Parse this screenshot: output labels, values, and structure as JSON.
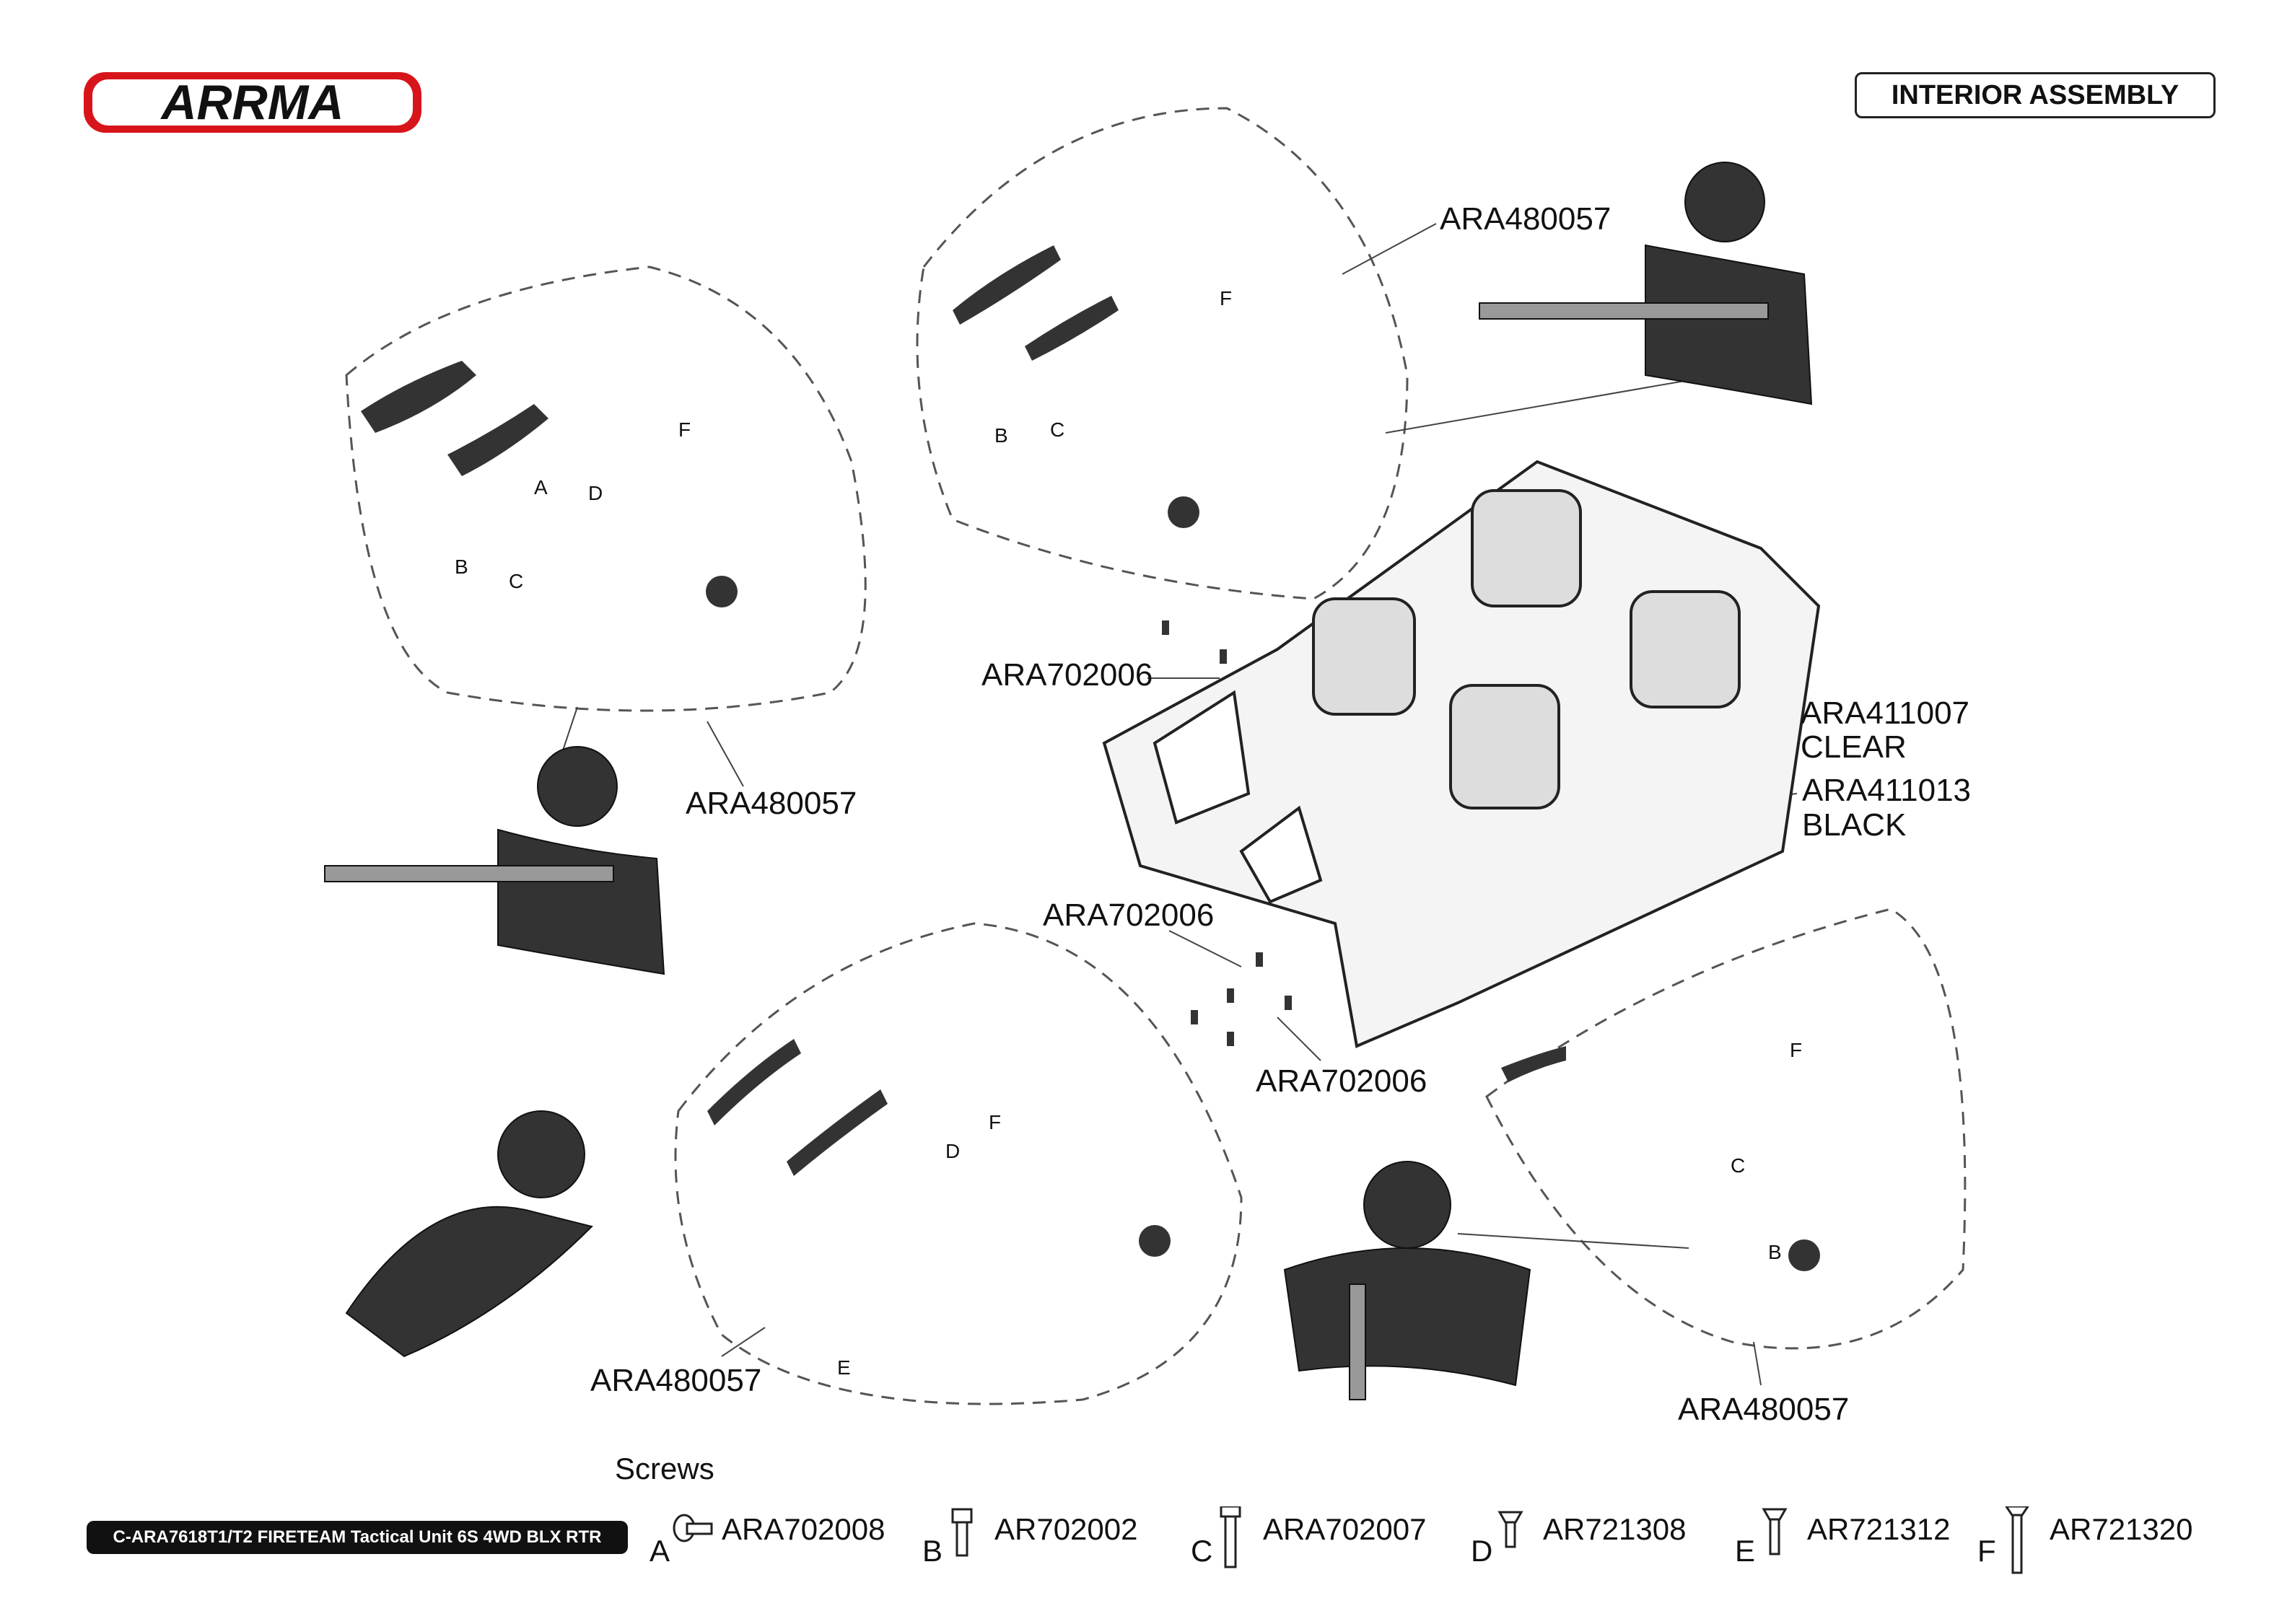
{
  "brand": {
    "logo_text": "ARRMA",
    "logo_color": "#d8141b"
  },
  "section_title": "INTERIOR ASSEMBLY",
  "callouts": {
    "figure_top_left": "ARA480057",
    "figure_top_right": "ARA480057",
    "figure_bottom_left": "ARA480057",
    "figure_bottom_right": "ARA480057",
    "screw_upper": "ARA702006",
    "screw_middle": "ARA702006",
    "screw_lower": "ARA702006",
    "interior_clear_code": "ARA411007",
    "interior_clear_label": "CLEAR",
    "interior_black_code": "ARA411013",
    "interior_black_label": "BLACK"
  },
  "part_letters": [
    "A",
    "B",
    "C",
    "D",
    "E",
    "F"
  ],
  "footer": {
    "model": "C-ARA7618T1/T2 FIRETEAM Tactical Unit 6S 4WD BLX RTR"
  },
  "screws": {
    "heading": "Screws",
    "items": [
      {
        "letter": "A",
        "code": "ARA702008"
      },
      {
        "letter": "B",
        "code": "AR702002"
      },
      {
        "letter": "C",
        "code": "ARA702007"
      },
      {
        "letter": "D",
        "code": "AR721308"
      },
      {
        "letter": "E",
        "code": "AR721312"
      },
      {
        "letter": "F",
        "code": "AR721320"
      }
    ]
  }
}
